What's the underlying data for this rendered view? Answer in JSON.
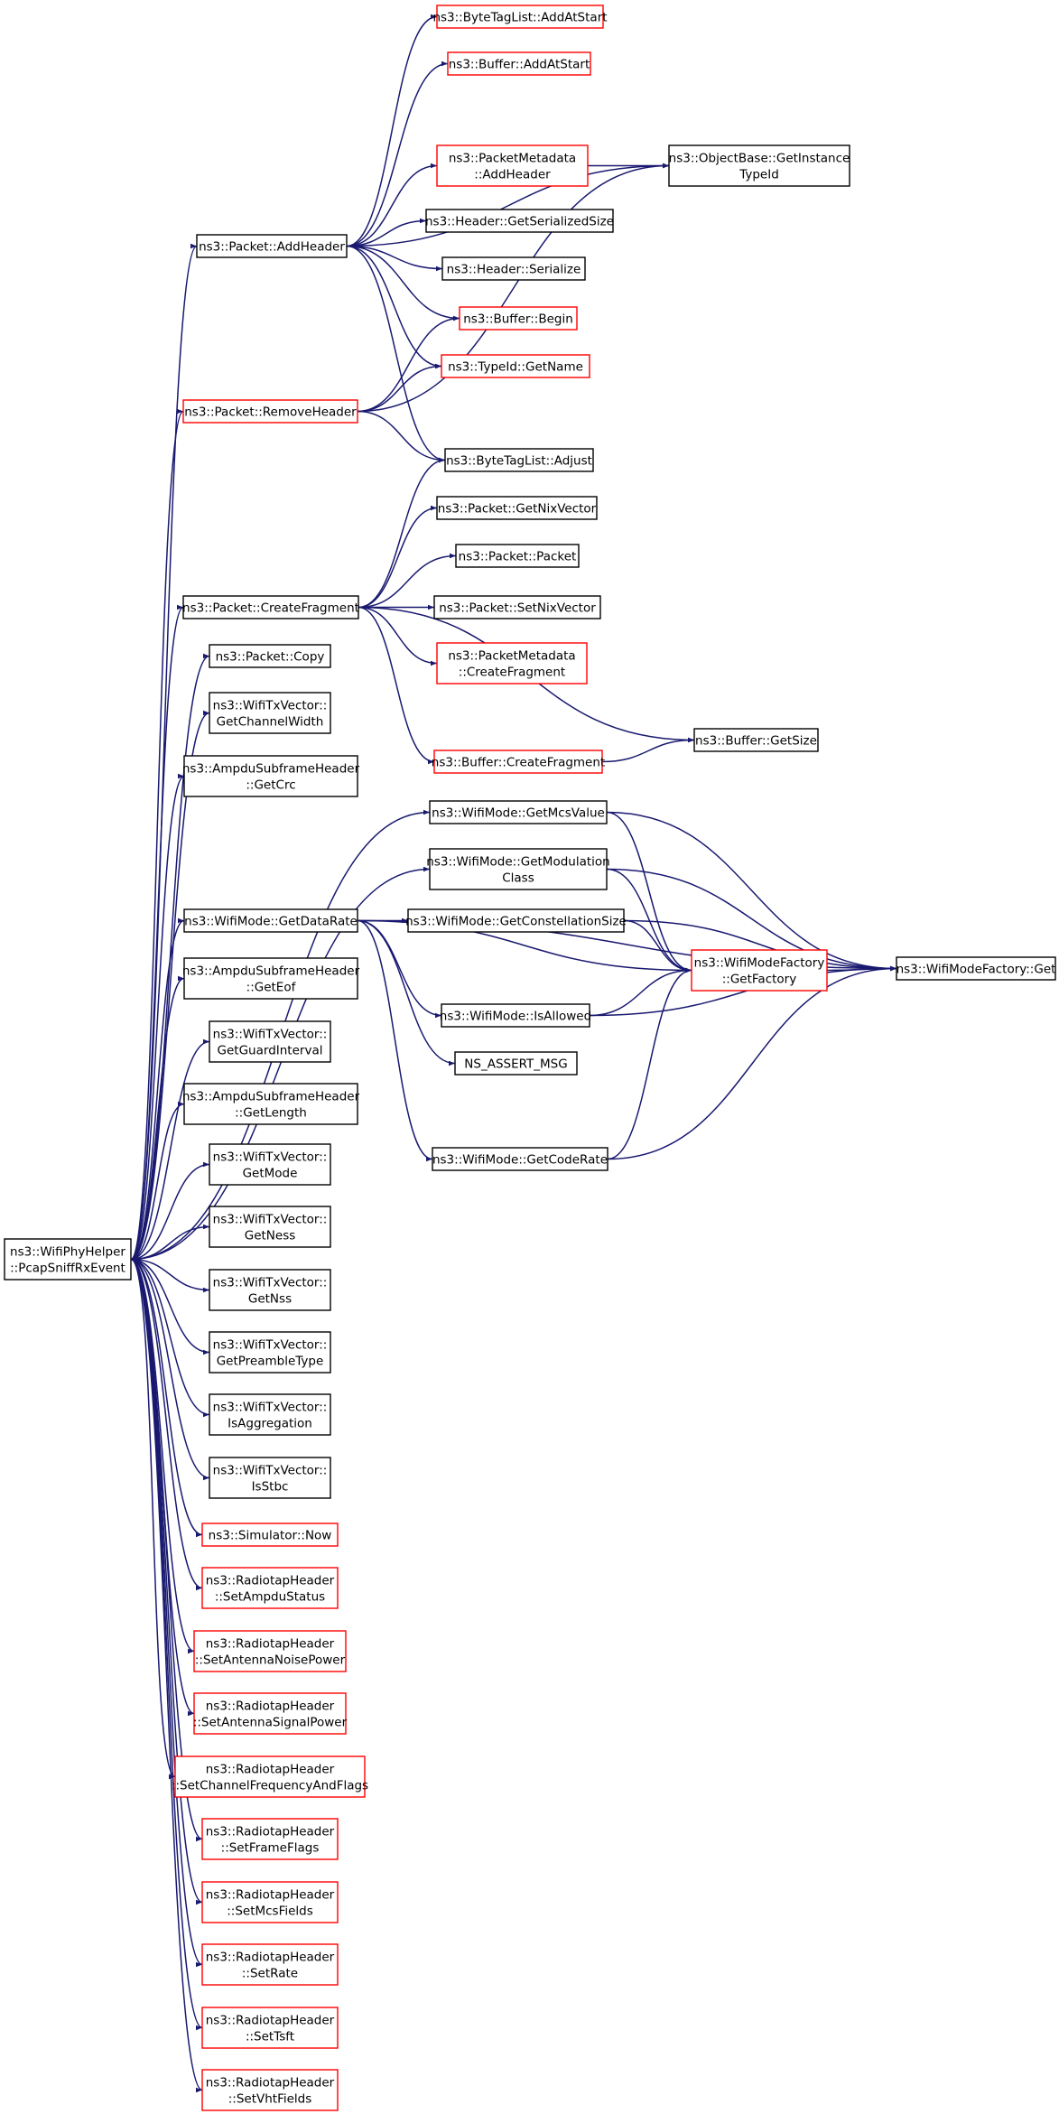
{
  "colors": {
    "edge": "#191970",
    "box_black": "#000000",
    "box_red": "#ff0000",
    "box_gray_fill": "#bfbfbf"
  },
  "nodes": {
    "root": {
      "lines": [
        "ns3::WifiPhyHelper",
        "::PcapSniffRxEvent"
      ],
      "border": "black",
      "fill": "gray"
    },
    "bt_addatstart": {
      "lines": [
        "ns3::ByteTagList::AddAtStart"
      ],
      "border": "red"
    },
    "buf_addatstart": {
      "lines": [
        "ns3::Buffer::AddAtStart"
      ],
      "border": "red"
    },
    "pm_addheader": {
      "lines": [
        "ns3::PacketMetadata",
        "::AddHeader"
      ],
      "border": "red"
    },
    "ob_getinstance": {
      "lines": [
        "ns3::ObjectBase::GetInstance",
        "TypeId"
      ],
      "border": "black"
    },
    "pkt_addheader": {
      "lines": [
        "ns3::Packet::AddHeader"
      ],
      "border": "black"
    },
    "hdr_getsize": {
      "lines": [
        "ns3::Header::GetSerializedSize"
      ],
      "border": "black"
    },
    "hdr_serialize": {
      "lines": [
        "ns3::Header::Serialize"
      ],
      "border": "black"
    },
    "buf_begin": {
      "lines": [
        "ns3::Buffer::Begin"
      ],
      "border": "red"
    },
    "typeid_getname": {
      "lines": [
        "ns3::TypeId::GetName"
      ],
      "border": "red"
    },
    "pkt_removeheader": {
      "lines": [
        "ns3::Packet::RemoveHeader"
      ],
      "border": "red"
    },
    "bt_adjust": {
      "lines": [
        "ns3::ByteTagList::Adjust"
      ],
      "border": "black"
    },
    "pkt_getnix": {
      "lines": [
        "ns3::Packet::GetNixVector"
      ],
      "border": "black"
    },
    "pkt_packet": {
      "lines": [
        "ns3::Packet::Packet"
      ],
      "border": "black"
    },
    "pkt_createfragment": {
      "lines": [
        "ns3::Packet::CreateFragment"
      ],
      "border": "black"
    },
    "pkt_setnix": {
      "lines": [
        "ns3::Packet::SetNixVector"
      ],
      "border": "black"
    },
    "pm_createfragment": {
      "lines": [
        "ns3::PacketMetadata",
        "::CreateFragment"
      ],
      "border": "red"
    },
    "pkt_copy": {
      "lines": [
        "ns3::Packet::Copy"
      ],
      "border": "black"
    },
    "txv_getchannelwidth": {
      "lines": [
        "ns3::WifiTxVector::",
        "GetChannelWidth"
      ],
      "border": "black"
    },
    "buf_getsize": {
      "lines": [
        "ns3::Buffer::GetSize"
      ],
      "border": "black"
    },
    "buf_createfragment": {
      "lines": [
        "ns3::Buffer::CreateFragment"
      ],
      "border": "red"
    },
    "ampdu_getcrc": {
      "lines": [
        "ns3::AmpduSubframeHeader",
        "::GetCrc"
      ],
      "border": "black"
    },
    "wm_getmcsvalue": {
      "lines": [
        "ns3::WifiMode::GetMcsValue"
      ],
      "border": "black"
    },
    "wm_getmodulation": {
      "lines": [
        "ns3::WifiMode::GetModulation",
        "Class"
      ],
      "border": "black"
    },
    "wm_getdatarate": {
      "lines": [
        "ns3::WifiMode::GetDataRate"
      ],
      "border": "black"
    },
    "wm_getconstellation": {
      "lines": [
        "ns3::WifiMode::GetConstellationSize"
      ],
      "border": "black"
    },
    "wmf_getfactory": {
      "lines": [
        "ns3::WifiModeFactory",
        "::GetFactory"
      ],
      "border": "red"
    },
    "wmf_get": {
      "lines": [
        "ns3::WifiModeFactory::Get"
      ],
      "border": "black"
    },
    "ampdu_geteof": {
      "lines": [
        "ns3::AmpduSubframeHeader",
        "::GetEof"
      ],
      "border": "black"
    },
    "wm_isallowed": {
      "lines": [
        "ns3::WifiMode::IsAllowed"
      ],
      "border": "black"
    },
    "txv_getguard": {
      "lines": [
        "ns3::WifiTxVector::",
        "GetGuardInterval"
      ],
      "border": "black"
    },
    "ns_assert": {
      "lines": [
        "NS_ASSERT_MSG"
      ],
      "border": "black"
    },
    "ampdu_getlength": {
      "lines": [
        "ns3::AmpduSubframeHeader",
        "::GetLength"
      ],
      "border": "black"
    },
    "wm_getcoderate": {
      "lines": [
        "ns3::WifiMode::GetCodeRate"
      ],
      "border": "black"
    },
    "txv_getmode": {
      "lines": [
        "ns3::WifiTxVector::",
        "GetMode"
      ],
      "border": "black"
    },
    "txv_getness": {
      "lines": [
        "ns3::WifiTxVector::",
        "GetNess"
      ],
      "border": "black"
    },
    "txv_getnss": {
      "lines": [
        "ns3::WifiTxVector::",
        "GetNss"
      ],
      "border": "black"
    },
    "txv_getpreamble": {
      "lines": [
        "ns3::WifiTxVector::",
        "GetPreambleType"
      ],
      "border": "black"
    },
    "txv_isaggregation": {
      "lines": [
        "ns3::WifiTxVector::",
        "IsAggregation"
      ],
      "border": "black"
    },
    "txv_isstbc": {
      "lines": [
        "ns3::WifiTxVector::",
        "IsStbc"
      ],
      "border": "black"
    },
    "sim_now": {
      "lines": [
        "ns3::Simulator::Now"
      ],
      "border": "red"
    },
    "rt_setampdustatus": {
      "lines": [
        "ns3::RadiotapHeader",
        "::SetAmpduStatus"
      ],
      "border": "red"
    },
    "rt_setantennanoise": {
      "lines": [
        "ns3::RadiotapHeader",
        "::SetAntennaNoisePower"
      ],
      "border": "red"
    },
    "rt_setantennasignal": {
      "lines": [
        "ns3::RadiotapHeader",
        "::SetAntennaSignalPower"
      ],
      "border": "red"
    },
    "rt_setchannelfreq": {
      "lines": [
        "ns3::RadiotapHeader",
        "::SetChannelFrequencyAndFlags"
      ],
      "border": "red"
    },
    "rt_setframeflags": {
      "lines": [
        "ns3::RadiotapHeader",
        "::SetFrameFlags"
      ],
      "border": "red"
    },
    "rt_setmcsfields": {
      "lines": [
        "ns3::RadiotapHeader",
        "::SetMcsFields"
      ],
      "border": "red"
    },
    "rt_setrate": {
      "lines": [
        "ns3::RadiotapHeader",
        "::SetRate"
      ],
      "border": "red"
    },
    "rt_settsft": {
      "lines": [
        "ns3::RadiotapHeader",
        "::SetTsft"
      ],
      "border": "red"
    },
    "rt_setvhtfields": {
      "lines": [
        "ns3::RadiotapHeader",
        "::SetVhtFields"
      ],
      "border": "red"
    }
  },
  "edges": [
    [
      "root",
      "pkt_addheader"
    ],
    [
      "root",
      "pkt_removeheader"
    ],
    [
      "root",
      "pkt_createfragment"
    ],
    [
      "root",
      "pkt_copy"
    ],
    [
      "root",
      "txv_getchannelwidth"
    ],
    [
      "root",
      "ampdu_getcrc"
    ],
    [
      "root",
      "wm_getmcsvalue"
    ],
    [
      "root",
      "wm_getmodulation"
    ],
    [
      "root",
      "wm_getdatarate"
    ],
    [
      "root",
      "ampdu_geteof"
    ],
    [
      "root",
      "txv_getguard"
    ],
    [
      "root",
      "ampdu_getlength"
    ],
    [
      "root",
      "txv_getmode"
    ],
    [
      "root",
      "txv_getness"
    ],
    [
      "root",
      "txv_getnss"
    ],
    [
      "root",
      "txv_getpreamble"
    ],
    [
      "root",
      "txv_isaggregation"
    ],
    [
      "root",
      "txv_isstbc"
    ],
    [
      "root",
      "sim_now"
    ],
    [
      "root",
      "rt_setampdustatus"
    ],
    [
      "root",
      "rt_setantennanoise"
    ],
    [
      "root",
      "rt_setantennasignal"
    ],
    [
      "root",
      "rt_setchannelfreq"
    ],
    [
      "root",
      "rt_setframeflags"
    ],
    [
      "root",
      "rt_setmcsfields"
    ],
    [
      "root",
      "rt_setrate"
    ],
    [
      "root",
      "rt_settsft"
    ],
    [
      "root",
      "rt_setvhtfields"
    ],
    [
      "pkt_addheader",
      "bt_addatstart"
    ],
    [
      "pkt_addheader",
      "buf_addatstart"
    ],
    [
      "pkt_addheader",
      "ob_getinstance"
    ],
    [
      "pkt_addheader",
      "pm_addheader"
    ],
    [
      "pkt_addheader",
      "hdr_getsize"
    ],
    [
      "pkt_addheader",
      "hdr_serialize"
    ],
    [
      "pkt_addheader",
      "buf_begin"
    ],
    [
      "pkt_addheader",
      "typeid_getname"
    ],
    [
      "pkt_addheader",
      "bt_adjust"
    ],
    [
      "pm_addheader",
      "ob_getinstance"
    ],
    [
      "pkt_removeheader",
      "buf_begin"
    ],
    [
      "pkt_removeheader",
      "typeid_getname"
    ],
    [
      "pkt_removeheader",
      "bt_adjust"
    ],
    [
      "pkt_removeheader",
      "ob_getinstance"
    ],
    [
      "pkt_createfragment",
      "bt_adjust"
    ],
    [
      "pkt_createfragment",
      "pkt_getnix"
    ],
    [
      "pkt_createfragment",
      "pkt_packet"
    ],
    [
      "pkt_createfragment",
      "pkt_setnix"
    ],
    [
      "pkt_createfragment",
      "pm_createfragment"
    ],
    [
      "pkt_createfragment",
      "buf_createfragment"
    ],
    [
      "pkt_createfragment",
      "buf_getsize"
    ],
    [
      "buf_createfragment",
      "buf_getsize"
    ],
    [
      "wm_getmcsvalue",
      "wmf_getfactory"
    ],
    [
      "wm_getmcsvalue",
      "wmf_get"
    ],
    [
      "wm_getmodulation",
      "wmf_getfactory"
    ],
    [
      "wm_getmodulation",
      "wmf_get"
    ],
    [
      "wm_getdatarate",
      "wm_getconstellation"
    ],
    [
      "wm_getdatarate",
      "wmf_getfactory"
    ],
    [
      "wm_getdatarate",
      "wm_isallowed"
    ],
    [
      "wm_getdatarate",
      "ns_assert"
    ],
    [
      "wm_getdatarate",
      "wm_getcoderate"
    ],
    [
      "wm_getdatarate",
      "wmf_get"
    ],
    [
      "wm_getconstellation",
      "wmf_getfactory"
    ],
    [
      "wm_getconstellation",
      "wmf_get"
    ],
    [
      "wmf_getfactory",
      "wmf_get"
    ],
    [
      "wm_isallowed",
      "wmf_getfactory"
    ],
    [
      "wm_isallowed",
      "wmf_get"
    ],
    [
      "wm_getcoderate",
      "wmf_getfactory"
    ],
    [
      "wm_getcoderate",
      "wmf_get"
    ]
  ]
}
